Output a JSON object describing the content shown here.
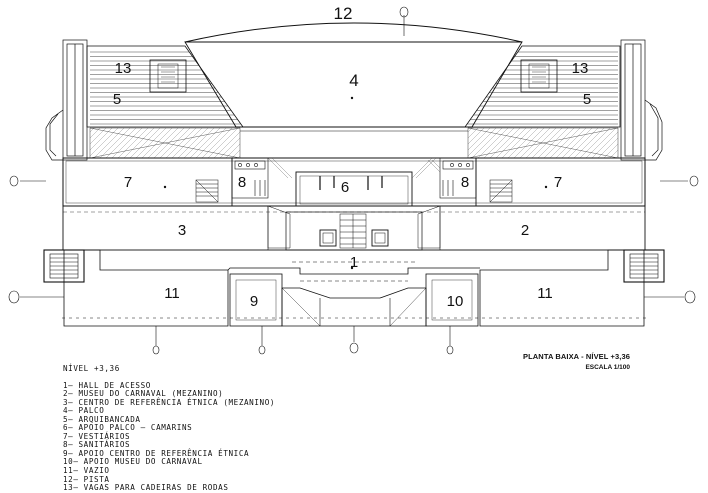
{
  "title_block": {
    "title": "PLANTA BAIXA - NÍVEL +3,36",
    "scale": "ESCALA 1/100"
  },
  "legend": {
    "level": "NÍVEL +3,36",
    "items": [
      "1— HALL DE ACESSO",
      "2— MUSEU DO CARNAVAL (MEZANINO)",
      "3— CENTRO DE REFERÊNCIA ÉTNICA (MEZANINO)",
      "4— PALCO",
      "5— ARQUIBANCADA",
      "6— APOIO PALCO — CAMARINS",
      "7— VESTIÁRIOS",
      "8— SANITÁRIOS",
      "9— APOIO CENTRO DE REFERÊNCIA ÉTNICA",
      "10— APOIO MUSEU DO CARNAVAL",
      "11— VAZIO",
      "12— PISTA",
      "13— VAGAS PARA CADEIRAS DE RODAS"
    ]
  },
  "room_labels": {
    "pista": "12",
    "palco": "4",
    "vagas_left": "13",
    "vagas_right": "13",
    "arquibancada_left": "5",
    "arquibancada_right": "5",
    "vestiarios_left": "7",
    "vestiarios_right": "7",
    "sanitarios_left": "8",
    "sanitarios_right": "8",
    "camarins": "6",
    "centro_referencia": "3",
    "museu": "2",
    "hall": "1",
    "vazio_left": "11",
    "vazio_right": "11",
    "apoio_centro": "9",
    "apoio_museu": "10"
  }
}
